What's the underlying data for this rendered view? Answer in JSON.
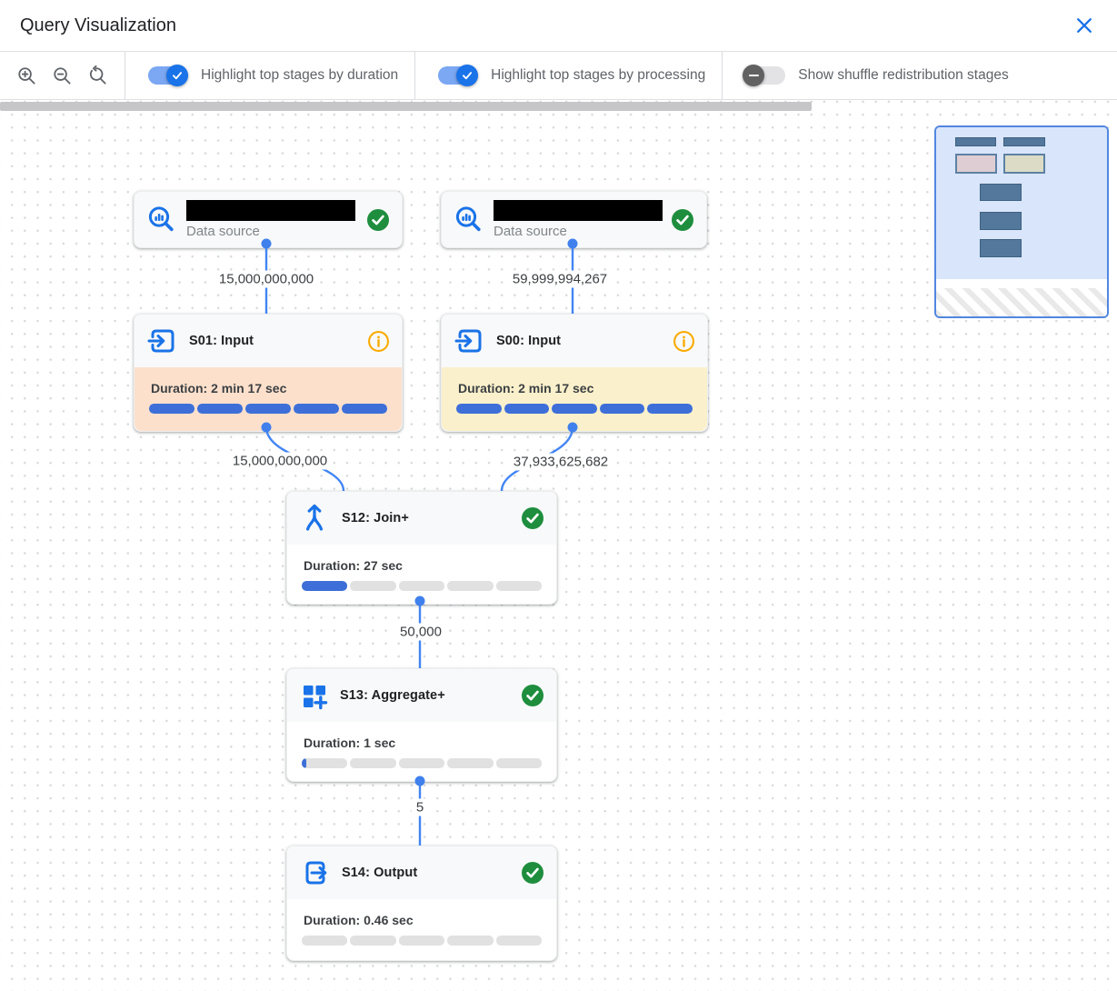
{
  "header": {
    "title": "Query Visualization"
  },
  "toolbar": {
    "zoom_buttons": [
      "zoom-in",
      "zoom-out",
      "zoom-reset"
    ],
    "toggles": [
      {
        "label": "Highlight top stages by duration",
        "state": "on"
      },
      {
        "label": "Highlight top stages by processing",
        "state": "on"
      },
      {
        "label": "Show shuffle redistribution stages",
        "state": "off"
      }
    ]
  },
  "graph": {
    "nodes": [
      {
        "id": "ds1",
        "kind": "data-source",
        "subtitle": "Data source",
        "name_redacted": true,
        "status": "success"
      },
      {
        "id": "ds2",
        "kind": "data-source",
        "subtitle": "Data source",
        "name_redacted": true,
        "status": "success"
      },
      {
        "id": "s01",
        "kind": "stage",
        "title": "S01: Input",
        "duration_label": "Duration: 2 min 17 sec",
        "progress_pct": 100,
        "highlight": "duration",
        "status": "info"
      },
      {
        "id": "s00",
        "kind": "stage",
        "title": "S00: Input",
        "duration_label": "Duration: 2 min 17 sec",
        "progress_pct": 100,
        "highlight": "processing",
        "status": "info"
      },
      {
        "id": "s12",
        "kind": "stage",
        "title": "S12: Join+",
        "duration_label": "Duration: 27 sec",
        "progress_pct": 20,
        "highlight": "none",
        "status": "success"
      },
      {
        "id": "s13",
        "kind": "stage",
        "title": "S13: Aggregate+",
        "duration_label": "Duration: 1 sec",
        "progress_pct": 2,
        "highlight": "none",
        "status": "success"
      },
      {
        "id": "s14",
        "kind": "stage",
        "title": "S14: Output",
        "duration_label": "Duration: 0.46 sec",
        "progress_pct": 0,
        "highlight": "none",
        "status": "success"
      }
    ],
    "edges": [
      {
        "from": "ds1",
        "to": "s01",
        "label": "15,000,000,000"
      },
      {
        "from": "ds2",
        "to": "s00",
        "label": "59,999,994,267"
      },
      {
        "from": "s01",
        "to": "s12",
        "label": "15,000,000,000"
      },
      {
        "from": "s00",
        "to": "s12",
        "label": "37,933,625,682"
      },
      {
        "from": "s12",
        "to": "s13",
        "label": "50,000"
      },
      {
        "from": "s13",
        "to": "s14",
        "label": "5"
      }
    ]
  },
  "colors": {
    "accent_blue": "#1a73e8",
    "edge_blue": "#4285f4",
    "progress_blue": "#3e6fd8",
    "success_green": "#1e8e3e",
    "info_orange": "#f9ab00",
    "duration_highlight_bg": "#fce0cc",
    "processing_highlight_bg": "#faf0cb",
    "node_header_bg": "#f8f9fa",
    "toggle_off_thumb": "#616161",
    "minimap_bg": "#d9e5fa",
    "minimap_node": "#54789b"
  }
}
